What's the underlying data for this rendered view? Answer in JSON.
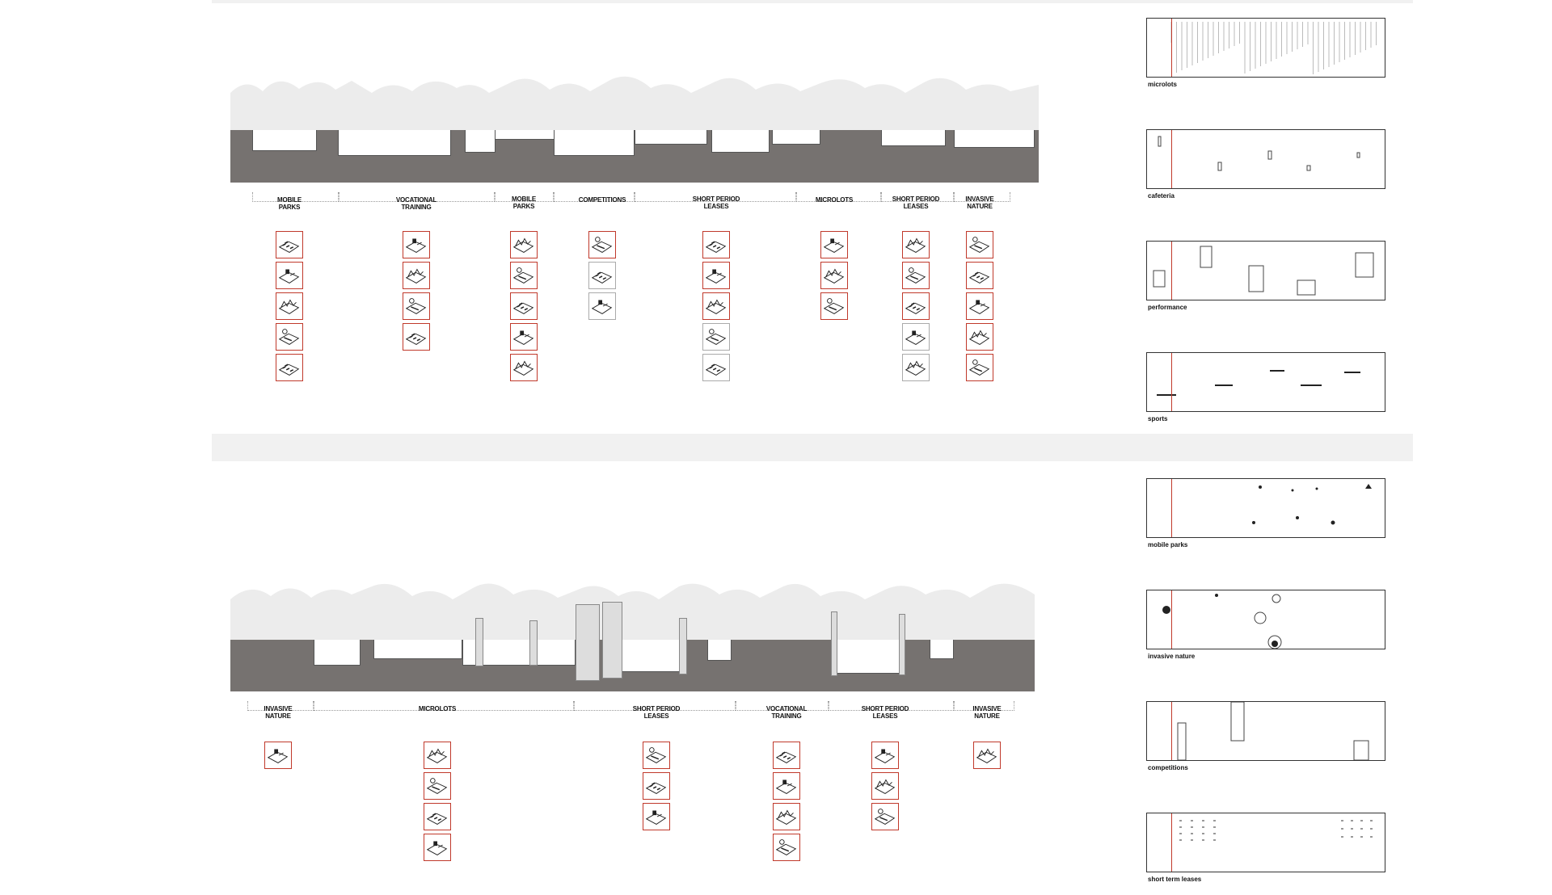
{
  "top_section": {
    "labels": [
      "MOBILE\nPARKS",
      "VOCATIONAL\nTRAINING",
      "MOBILE\nPARKS",
      "COMPETITIONS",
      "SHORT PERIOD\nLEASES",
      "MICROLOTS",
      "SHORT PERIOD\nLEASES",
      "INVASIVE\nNATURE"
    ],
    "icon_columns": [
      {
        "count": 5,
        "style": [
          "red",
          "red",
          "red",
          "red",
          "red"
        ]
      },
      {
        "count": 4,
        "style": [
          "red",
          "red",
          "red",
          "red"
        ]
      },
      {
        "count": 5,
        "style": [
          "red",
          "red",
          "red",
          "red",
          "red"
        ]
      },
      {
        "count": 3,
        "style": [
          "red",
          "grey",
          "grey"
        ]
      },
      {
        "count": 5,
        "style": [
          "red",
          "red",
          "red",
          "grey",
          "grey"
        ]
      },
      {
        "count": 3,
        "style": [
          "red",
          "red",
          "red"
        ]
      },
      {
        "count": 5,
        "style": [
          "red",
          "red",
          "red",
          "grey",
          "grey"
        ]
      },
      {
        "count": 5,
        "style": [
          "red",
          "red",
          "red",
          "red",
          "red"
        ]
      }
    ]
  },
  "bottom_section": {
    "labels": [
      "INVASIVE\nNATURE",
      "MICROLOTS",
      "SHORT PERIOD\nLEASES",
      "VOCATIONAL\nTRAINING",
      "SHORT PERIOD\nLEASES",
      "INVASIVE\nNATURE"
    ],
    "icon_columns": [
      {
        "count": 1
      },
      {
        "count": 4
      },
      {
        "count": 3
      },
      {
        "count": 4
      },
      {
        "count": 3
      },
      {
        "count": 1
      }
    ]
  },
  "panels": [
    "microlots",
    "cafeteria",
    "performance",
    "sports",
    "mobile parks",
    "invasive nature",
    "competitions",
    "short term leases"
  ],
  "colors": {
    "accent": "#c0392b",
    "ground": "#767270",
    "band": "#f1f1f1"
  }
}
